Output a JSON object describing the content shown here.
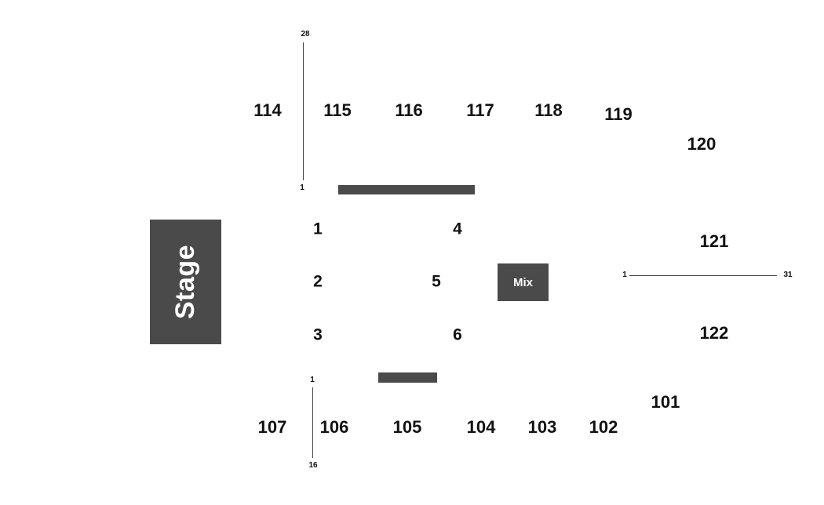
{
  "stage": {
    "label": "Stage"
  },
  "mix": {
    "label": "Mix"
  },
  "sections": {
    "s114": "114",
    "s115": "115",
    "s116": "116",
    "s117": "117",
    "s118": "118",
    "s119": "119",
    "s120": "120",
    "s121": "121",
    "s122": "122",
    "s101": "101",
    "s102": "102",
    "s103": "103",
    "s104": "104",
    "s105": "105",
    "s106": "106",
    "s107": "107"
  },
  "floor": {
    "f1": "1",
    "f2": "2",
    "f3": "3",
    "f4": "4",
    "f5": "5",
    "f6": "6"
  },
  "row_markers": {
    "top_start": "1",
    "top_end": "28",
    "right_start": "1",
    "right_end": "31",
    "bottom_start": "1",
    "bottom_end": "16"
  },
  "colors": {
    "fill": "#4a4a4a",
    "text": "#111111",
    "label_on_fill": "#ffffff"
  }
}
